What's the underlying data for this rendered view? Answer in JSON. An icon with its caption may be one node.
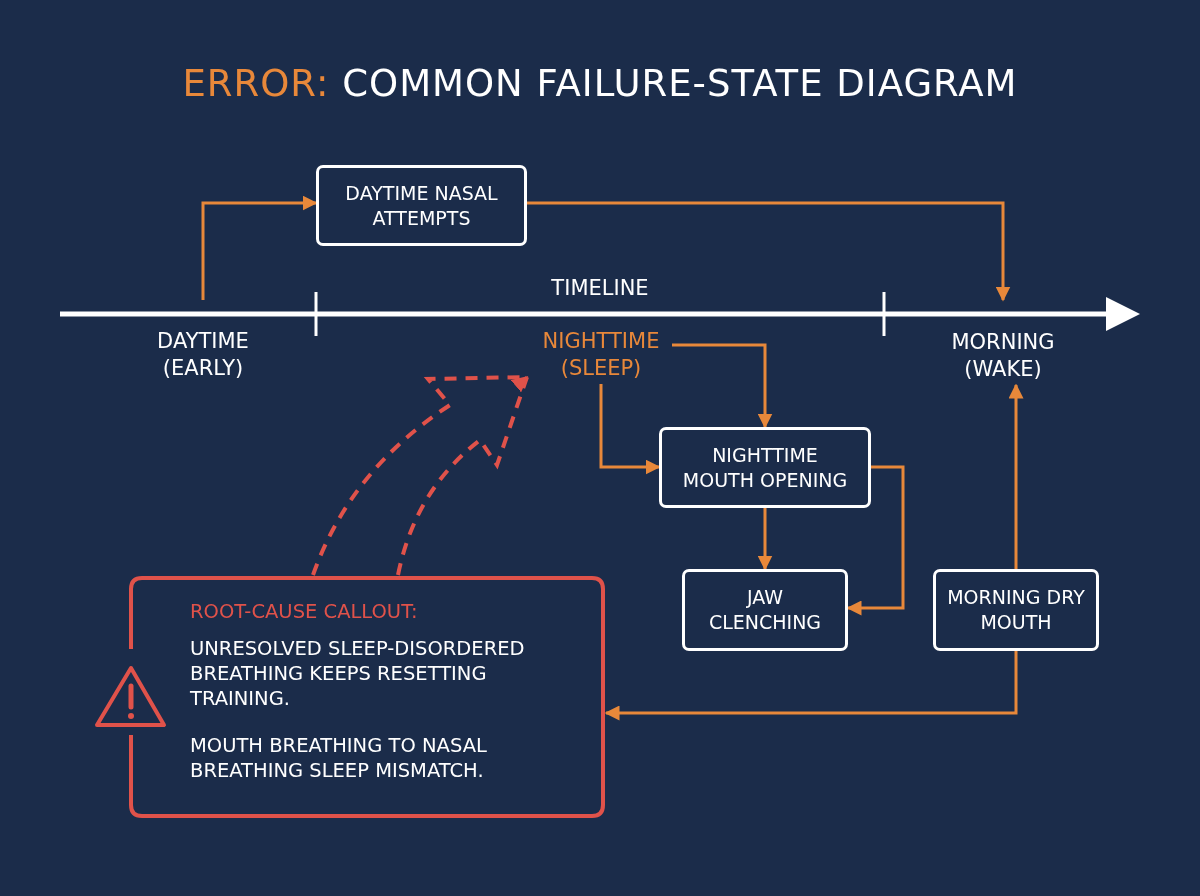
{
  "diagram": {
    "title": "**ERROR:** COMMON FAILURE-STATE DIAGRAM",
    "nodes": [
      {
        "text": [
          "DAYTIME (EARLY)"
        ]
      },
      {
        "text": [
          "DAYTIME NASAL ATTEMPTS"
        ]
      },
      {
        "text": [
          "NIGHTTIME (SLEEP)"
        ]
      },
      {
        "text": [
          "MORNING (WAKE)"
        ]
      },
      {
        "text": [
          "NIGHTTIME MOUTH OPENING"
        ]
      },
      {
        "text": [
          "JAW CLENCHING"
        ]
      },
      {
        "text": [
          "MORNING DRY MOUTH"
        ]
      },
      {
        "text": [
          "ROOT-CAUSE CALLOUT:",
          "UNRESOLVED SLEEP-DISORDERED BREATHING KEEPS RESETTING TRAINING.",
          "MOUTH BREATHING TO NASAL BREATHING SLEEP MISMATCH."
        ]
      }
    ],
    "edges": [
      {
        "from": 0,
        "to": 1,
        "arrow": "to"
      },
      {
        "from": 1,
        "to": 3,
        "arrow": "to"
      },
      {
        "from": 2,
        "to": 4,
        "arrow": "to"
      },
      {
        "from": 2,
        "to": 4,
        "arrow": "to"
      },
      {
        "from": 4,
        "to": 5,
        "arrow": "to"
      },
      {
        "from": 4,
        "to": 5,
        "arrow": "to"
      },
      {
        "from": 6,
        "to": 3,
        "arrow": "to"
      },
      {
        "from": 6,
        "to": 7,
        "arrow": "to"
      },
      {
        "from": 7,
        "to": 2,
        "arrow": "to",
        "style": "dashed",
        "color": "#e0524a"
      }
    ],
    "labels": [
      "TIMELINE"
    ]
  }
}
